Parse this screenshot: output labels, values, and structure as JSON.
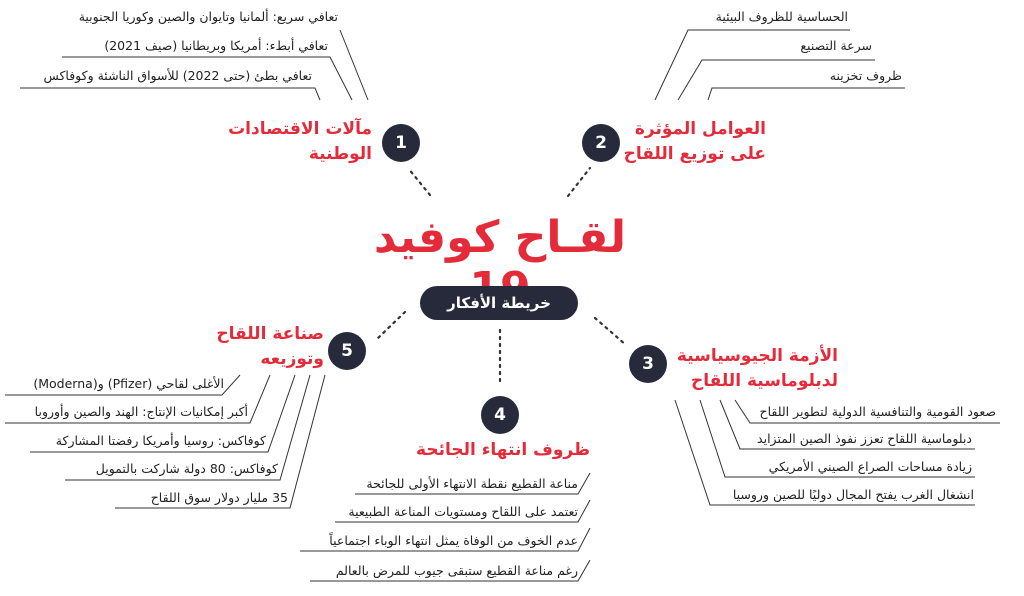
{
  "title": "لقـاح كوفيد 19",
  "badge": "خريطة الأفكار",
  "colors": {
    "accent": "#e32b3a",
    "dark": "#262a3b",
    "line": "#333333"
  },
  "branches": [
    {
      "number": "1",
      "heading_line1": "مآلات الاقتصادات",
      "heading_line2": "الوطنية",
      "items": [
        "تعافي سريع: ألمانيا وتايوان والصين وكوريا الجنوبية",
        "تعافي أبطء: أمريكا وبريطانيا (صيف 2021)",
        "تعافي بطئ (حتى 2022) للأسواق الناشئة وكوفاكس"
      ]
    },
    {
      "number": "2",
      "heading_line1": "العوامل المؤثرة",
      "heading_line2": "على توزيع اللقاح",
      "items": [
        "الحساسية للظروف البيئية",
        "سرعة التصنيع",
        "ظروف تخزينه"
      ]
    },
    {
      "number": "3",
      "heading_line1": "الأزمة الجيوسياسية",
      "heading_line2": "لدبلوماسية اللقاح",
      "items": [
        "صعود القومية والتنافسية الدولية لتطوير اللقاح",
        "دبلوماسية اللقاح تعزز نفوذ الصين المتزايد",
        "زيادة مساحات الصراع الصيني الأمريكي",
        "انشغال الغرب يفتح المجال دوليًا للصين وروسيا"
      ]
    },
    {
      "number": "4",
      "heading_line1": "ظروف انتهاء الجائحة",
      "heading_line2": "",
      "items": [
        "مناعة القطيع نقطة الانتهاء الأولى للجائحة",
        "تعتمد على اللقاح ومستويات المناعة الطبيعية",
        "عدم الخوف من الوفاة يمثل انتهاء الوباء اجتماعياً",
        "رغم مناعة القطيع ستبقى جيوب للمرض بالعالم"
      ]
    },
    {
      "number": "5",
      "heading_line1": "صناعة اللقاح",
      "heading_line2": "وتوزيعه",
      "items": [
        "الأغلى لقاحي (Pfizer) و(Moderna)",
        "أكبر إمكانيات الإنتاج: الهند والصين وأوروبا",
        "كوفاكس: روسيا وأمريكا رفضتا المشاركة",
        "كوفاكس: 80 دولة شاركت بالتمويل",
        "35 مليار دولار سوق اللقاح"
      ]
    }
  ]
}
